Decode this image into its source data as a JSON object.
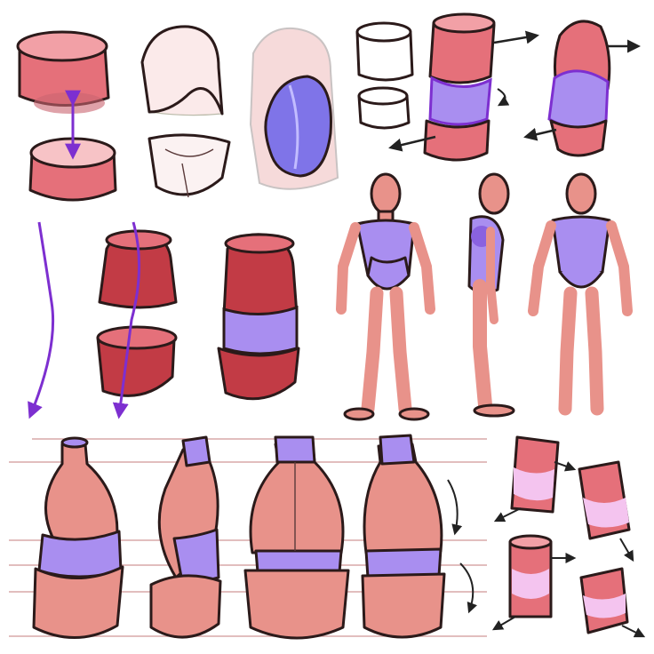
{
  "palette": {
    "background": "#ffffff",
    "skin": "#e8928a",
    "skin_light": "#f2b3ab",
    "red_cylinder": "#e5707a",
    "red_dark": "#c23b45",
    "purple": "#a98ef0",
    "purple_dark": "#7d4de0",
    "blue_bean": "#7f74e8",
    "arrow": "#222222",
    "guide_line": "#d9a9a9",
    "sketch_gray": "#c9c3c3"
  },
  "figures": [
    {
      "name": "split-cylinders",
      "icon": "cylinder-icon"
    },
    {
      "name": "sketch-torso-forms",
      "icon": "sketch-icon"
    },
    {
      "name": "bean-torso-overlay",
      "icon": "bean-icon"
    },
    {
      "name": "arrow-cylinders",
      "icon": "arrow-icon"
    },
    {
      "name": "spine-curves",
      "icon": "curve-icon"
    },
    {
      "name": "mannequin-front-side-back",
      "icon": "mannequin-icon"
    },
    {
      "name": "bean-torso-poses",
      "icon": "torso-icon"
    },
    {
      "name": "tilted-cylinder-pairs",
      "icon": "cylinder-icon"
    }
  ]
}
